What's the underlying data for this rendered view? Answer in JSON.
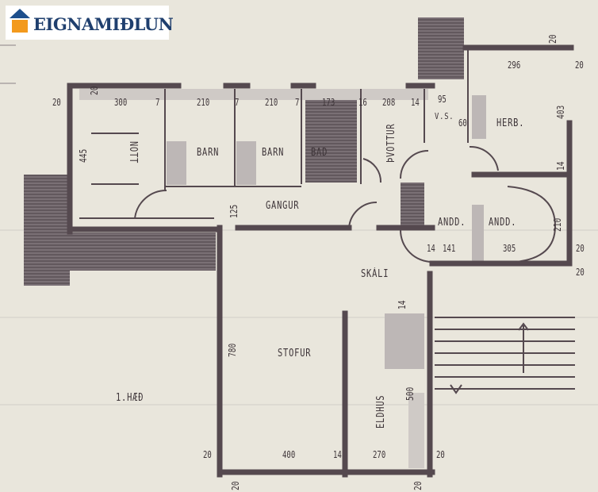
{
  "logo": {
    "text": "EIGNAMIÐLUN",
    "roof_color": "#1d4f8c",
    "box_color": "#f39a1d"
  },
  "rooms": {
    "nott": "NOTT",
    "barn1": "BARN",
    "barn2": "BARN",
    "bad": "BAD",
    "thvottur": "ÞVOTTUR",
    "ws": "V.S.",
    "herb": "HERB.",
    "gangur": "GANGUR",
    "anddyri1": "ANDD.",
    "anddyri2": "ANDD.",
    "skali": "SKÁLI",
    "stofur": "STOFUR",
    "eldhus": "ELDHUS",
    "floor": "1.HÆÐ"
  },
  "dimensions": [
    "20",
    "20",
    "300",
    "7",
    "210",
    "7",
    "210",
    "7",
    "173",
    "16",
    "208",
    "14",
    "95",
    "60",
    "296",
    "20",
    "20",
    "403",
    "14",
    "445",
    "125",
    "14",
    "141",
    "305",
    "210",
    "20",
    "20",
    "780",
    "400",
    "14",
    "270",
    "20",
    "20",
    "14",
    "500",
    "20",
    "20"
  ],
  "colors": {
    "paper": "#e9e6dc",
    "wall": "#55494f",
    "hatch": "#6e6469"
  }
}
